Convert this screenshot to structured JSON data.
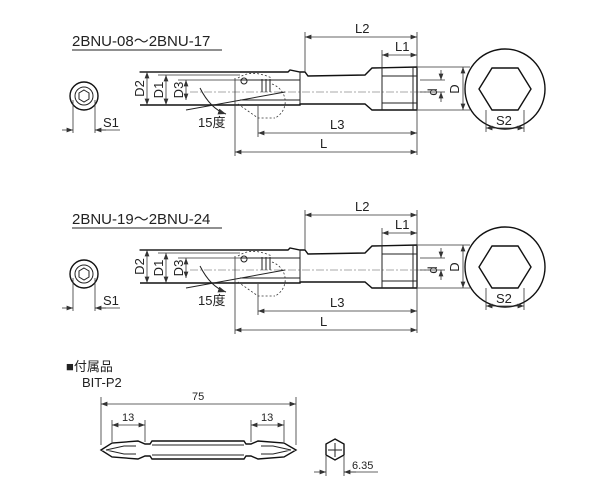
{
  "views": [
    {
      "title": "2BNU-08～2BNU-17",
      "labels": {
        "D2": "D2",
        "D1": "D1",
        "D3": "D3",
        "angle": "15度",
        "S1": "S1",
        "L2": "L2",
        "L1": "L1",
        "L3": "L3",
        "L": "L",
        "d": "d",
        "D": "D",
        "S2": "S2"
      }
    },
    {
      "title": "2BNU-19～2BNU-24",
      "labels": {
        "D2": "D2",
        "D1": "D1",
        "D3": "D3",
        "angle": "15度",
        "S1": "S1",
        "L2": "L2",
        "L1": "L1",
        "L3": "L3",
        "L": "L",
        "d": "d",
        "D": "D",
        "S2": "S2"
      }
    }
  ],
  "accessory": {
    "heading": "■付属品",
    "model": "BIT-P2",
    "overall_length": "75",
    "tip_left": "13",
    "tip_right": "13",
    "hex_size": "6.35"
  }
}
